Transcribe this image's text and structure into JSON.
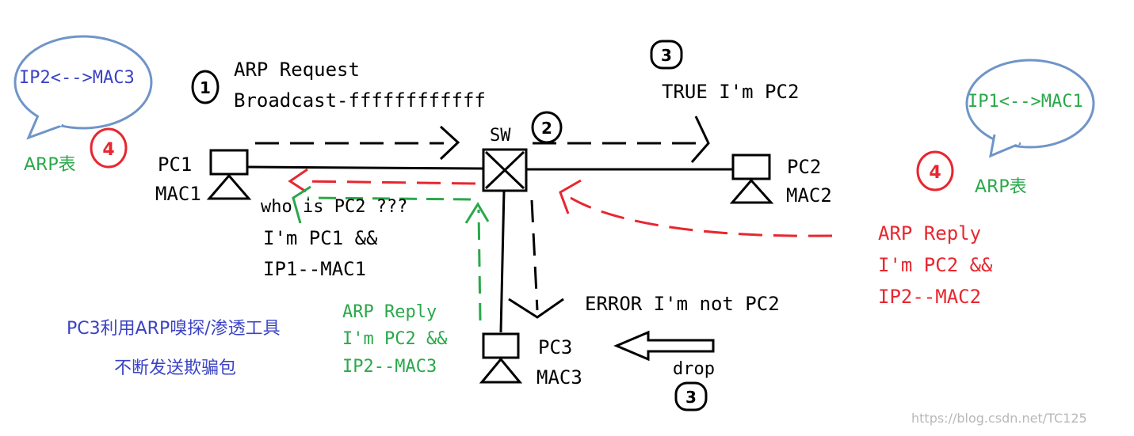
{
  "colors": {
    "ink": "#000000",
    "red": "#e8262f",
    "green": "#2aa84a",
    "blue": "#3b43c4",
    "bubble": "#6f95c8",
    "watermark": "#b8b8b8"
  },
  "nodes": {
    "pc1": {
      "name": "PC1",
      "mac": "MAC1"
    },
    "pc2": {
      "name": "PC2",
      "mac": "MAC2"
    },
    "pc3": {
      "name": "PC3",
      "mac": "MAC3"
    },
    "switch": {
      "name": "SW"
    }
  },
  "arp_tables": {
    "left": {
      "entry": "IP2<-->MAC3",
      "label": "ARP表",
      "step": "4"
    },
    "right": {
      "entry": "IP1<-->MAC1",
      "label": "ARP表",
      "step": "4"
    }
  },
  "steps": {
    "request": "1",
    "forward": "2",
    "true_reply": "3",
    "drop": "3"
  },
  "request": {
    "title": "ARP Request",
    "broadcast": "Broadcast-ffffffffffff",
    "line1": "who is PC2 ???",
    "line2": "I'm PC1 &&",
    "line3": "IP1--MAC1"
  },
  "true_reply_label": "TRUE I'm PC2",
  "error_label": "ERROR I'm not PC2",
  "drop_label": "drop",
  "pc2_reply": {
    "line1": "ARP Reply",
    "line2": "I'm PC2 &&",
    "line3": "IP2--MAC2"
  },
  "pc3_reply": {
    "line1": "ARP Reply",
    "line2": "I'm PC2 &&",
    "line3": "IP2--MAC3"
  },
  "attacker_note": {
    "line1": "PC3利用ARP嗅探/渗透工具",
    "line2": "不断发送欺骗包"
  },
  "watermark": "https://blog.csdn.net/TC125"
}
